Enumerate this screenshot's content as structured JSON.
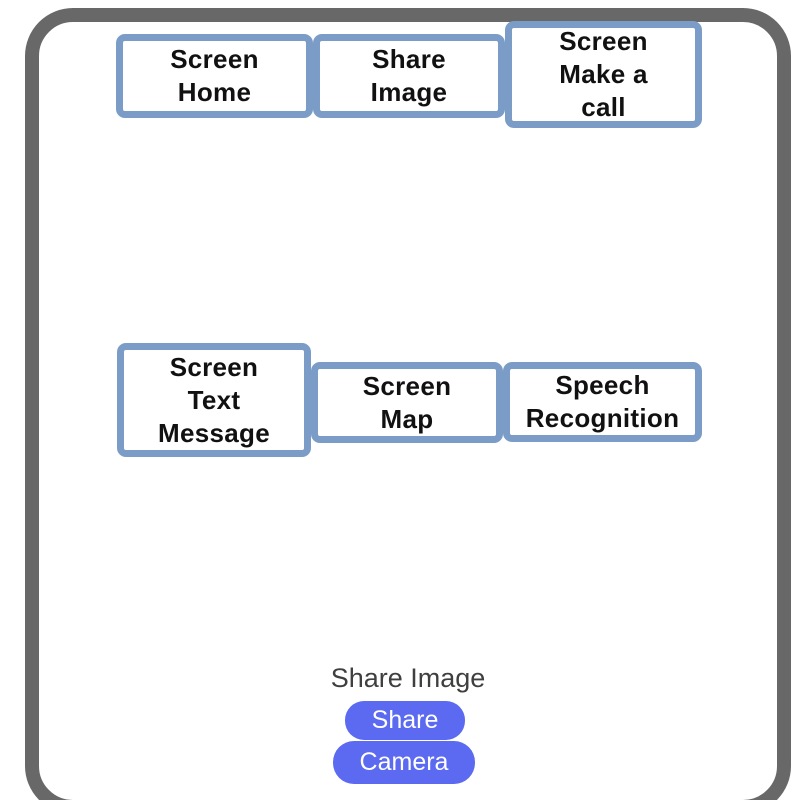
{
  "app": {
    "theme": {
      "frame_color": "#686868",
      "screen_background": "#ffffff",
      "box_border_color": "#7b9cc7",
      "box_text_color": "#111111",
      "button_color": "#5b6af0",
      "button_text_color": "#ffffff",
      "title_color": "#3f3f3f"
    },
    "screen_boxes": [
      {
        "id": "screen-home",
        "label": "Screen\nHome"
      },
      {
        "id": "share-image",
        "label": "Share\nImage"
      },
      {
        "id": "screen-make-a-call",
        "label": "Screen\nMake a\ncall"
      },
      {
        "id": "screen-text-message",
        "label": "Screen\nText\nMessage"
      },
      {
        "id": "screen-map",
        "label": "Screen\nMap"
      },
      {
        "id": "speech-recognition",
        "label": "Speech\nRecognition"
      }
    ],
    "share_panel": {
      "title": "Share Image",
      "share_button_label": "Share",
      "camera_button_label": "Camera"
    }
  }
}
